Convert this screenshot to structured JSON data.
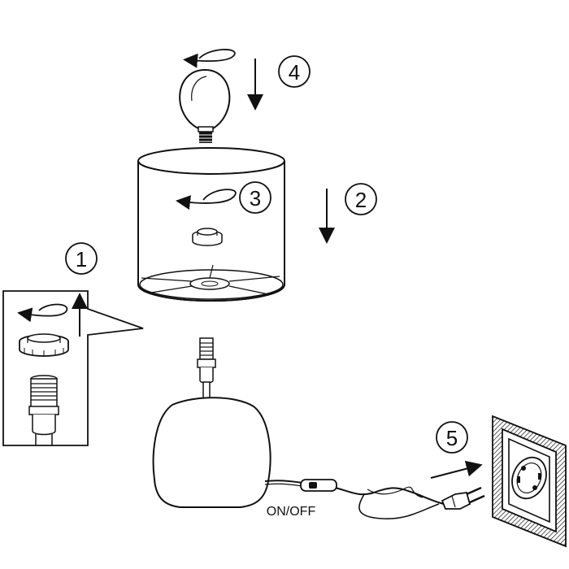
{
  "steps": [
    {
      "number": "1"
    },
    {
      "number": "2"
    },
    {
      "number": "3"
    },
    {
      "number": "4"
    },
    {
      "number": "5"
    }
  ],
  "switch_label": "ON/OFF",
  "colors": {
    "stroke": "#111111",
    "background": "#ffffff",
    "wall_hatch": "#333333"
  },
  "icons": [
    "rotate-ccw-arrow-icon",
    "down-arrow-icon",
    "up-arrow-icon",
    "right-arrow-icon",
    "light-bulb-icon",
    "plug-icon",
    "wall-socket-icon"
  ]
}
